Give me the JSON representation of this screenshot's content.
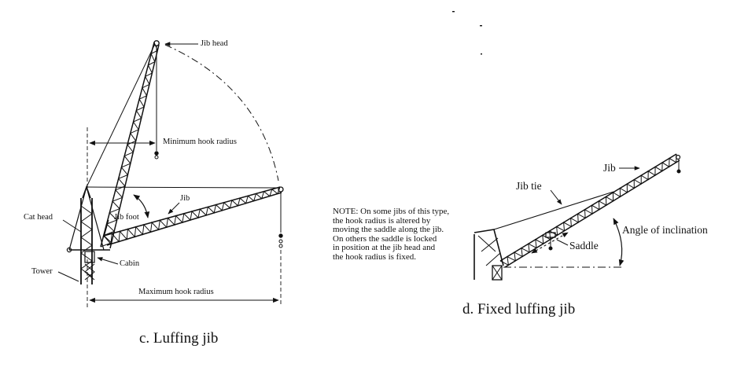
{
  "figure_c": {
    "caption": "c.  Luffing jib",
    "labels": {
      "jib_head": "Jib head",
      "min_hook_radius": "Minimum hook radius",
      "jib": "Jib",
      "cat_head": "Cat head",
      "jib_foot": "Jib foot",
      "cabin": "Cabin",
      "tower": "Tower",
      "max_hook_radius": "Maximum hook radius"
    }
  },
  "figure_d": {
    "caption": "d.  Fixed luffing jib",
    "labels": {
      "jib": "Jib",
      "jib_tie": "Jib tie",
      "saddle": "Saddle",
      "angle_of_inclination": "Angle of inclination"
    },
    "note": [
      "NOTE: On some jibs of this type,",
      "the hook radius is altered by",
      "moving the saddle along the jib.",
      "On others the saddle is locked",
      "in position at the jib head and",
      "the hook radius is fixed."
    ]
  }
}
